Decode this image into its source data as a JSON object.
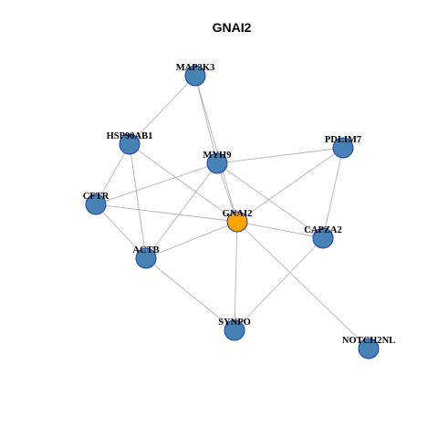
{
  "title": "GNAI2",
  "colors": {
    "node_fill": "#4682b4",
    "node_stroke": "#1e3fb0",
    "hub_fill": "#ffa500",
    "hub_stroke": "#1e3fb0",
    "edge": "#b3b3b3"
  },
  "nodes": [
    {
      "id": "MAP3K3",
      "label": "MAP3K3"
    },
    {
      "id": "HSP90AB1",
      "label": "HSP90AB1"
    },
    {
      "id": "PDLIM7",
      "label": "PDLIM7"
    },
    {
      "id": "MYH9",
      "label": "MYH9"
    },
    {
      "id": "CFTR",
      "label": "CFTR"
    },
    {
      "id": "GNAI2",
      "label": "GNAI2",
      "hub": true
    },
    {
      "id": "CAPZA2",
      "label": "CAPZA2"
    },
    {
      "id": "ACTB",
      "label": "ACTB"
    },
    {
      "id": "SYNPO",
      "label": "SYNPO"
    },
    {
      "id": "NOTCH2NL",
      "label": "NOTCH2NL"
    }
  ],
  "edges": [
    [
      "MAP3K3",
      "HSP90AB1"
    ],
    [
      "MAP3K3",
      "MYH9"
    ],
    [
      "MAP3K3",
      "GNAI2"
    ],
    [
      "HSP90AB1",
      "CFTR"
    ],
    [
      "HSP90AB1",
      "ACTB"
    ],
    [
      "HSP90AB1",
      "GNAI2"
    ],
    [
      "MYH9",
      "PDLIM7"
    ],
    [
      "MYH9",
      "CFTR"
    ],
    [
      "MYH9",
      "ACTB"
    ],
    [
      "MYH9",
      "GNAI2"
    ],
    [
      "MYH9",
      "CAPZA2"
    ],
    [
      "PDLIM7",
      "GNAI2"
    ],
    [
      "PDLIM7",
      "CAPZA2"
    ],
    [
      "CFTR",
      "GNAI2"
    ],
    [
      "CFTR",
      "ACTB"
    ],
    [
      "GNAI2",
      "ACTB"
    ],
    [
      "GNAI2",
      "CAPZA2"
    ],
    [
      "GNAI2",
      "SYNPO"
    ],
    [
      "GNAI2",
      "NOTCH2NL"
    ],
    [
      "ACTB",
      "SYNPO"
    ],
    [
      "CAPZA2",
      "SYNPO"
    ]
  ]
}
